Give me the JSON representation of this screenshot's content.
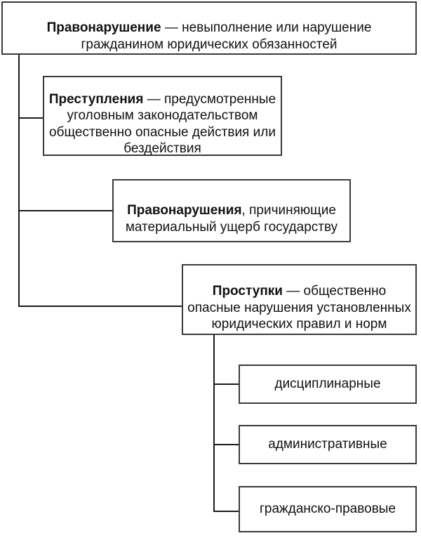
{
  "diagram": {
    "title": "Правонарушение",
    "type": "hierarchy-tree",
    "nodes": [
      {
        "id": "root",
        "name": "root-node",
        "lead": "Правонарушение",
        "rest": " — невыполнение или нарушение гражданином юридических обязанностей",
        "text": "Правонарушение — невыполнение или нарушение гражданином юридических обязанностей"
      },
      {
        "id": "crimes",
        "name": "node-crimes",
        "lead": "Преступления",
        "rest": " — предусмотренные уголовным законодательством общественно опасные действия или бездействия",
        "text": "Преступления — предусмотренные уголовным законодательством общественно опасные действия или бездействия"
      },
      {
        "id": "material-damage",
        "name": "node-material-damage",
        "lead": "Правонарушения",
        "rest": ", причиняющие материальный ущерб государству",
        "text": "Правонарушения, причиняющие материальный ущерб государству"
      },
      {
        "id": "misdemeanors",
        "name": "node-misdemeanors",
        "lead": "Проступки",
        "rest": " — общественно опасные нарушения установленных юридических правил и норм",
        "text": "Проступки — общественно опасные нарушения установленных юридических правил и норм"
      }
    ],
    "leaves": [
      {
        "id": "disciplinary",
        "name": "node-disciplinary",
        "text": "дисциплинарные"
      },
      {
        "id": "administrative",
        "name": "node-administrative",
        "text": "административные"
      },
      {
        "id": "civil-law",
        "name": "node-civil-law",
        "text": "гражданско-правовые"
      }
    ],
    "colors": {
      "box_border": "#3a3a3a",
      "connector": "#1b1b1b",
      "background": "#ffffff",
      "text": "#111111"
    }
  }
}
